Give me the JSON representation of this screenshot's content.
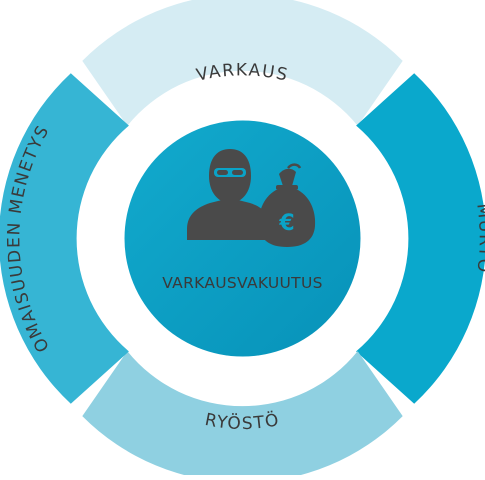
{
  "center": {
    "title": "VARKAUSVAKUUTUS",
    "icons": [
      "burglar-icon",
      "money-bag-icon"
    ],
    "currency_symbol": "€",
    "color": "#0aa3c7"
  },
  "segments": [
    {
      "label": "VARKAUS",
      "position": "top",
      "color": "#d5ecf3"
    },
    {
      "label": "MURTO",
      "position": "right",
      "color": "#0aa8cc"
    },
    {
      "label": "RYÖSTÖ",
      "position": "bottom",
      "color": "#8fd0e1"
    },
    {
      "label": "OMAISUUDEN MENETYS",
      "position": "left",
      "color": "#36b5d4"
    }
  ],
  "colors": {
    "icon": "#4a4a4a",
    "text": "#3a3a3a"
  }
}
